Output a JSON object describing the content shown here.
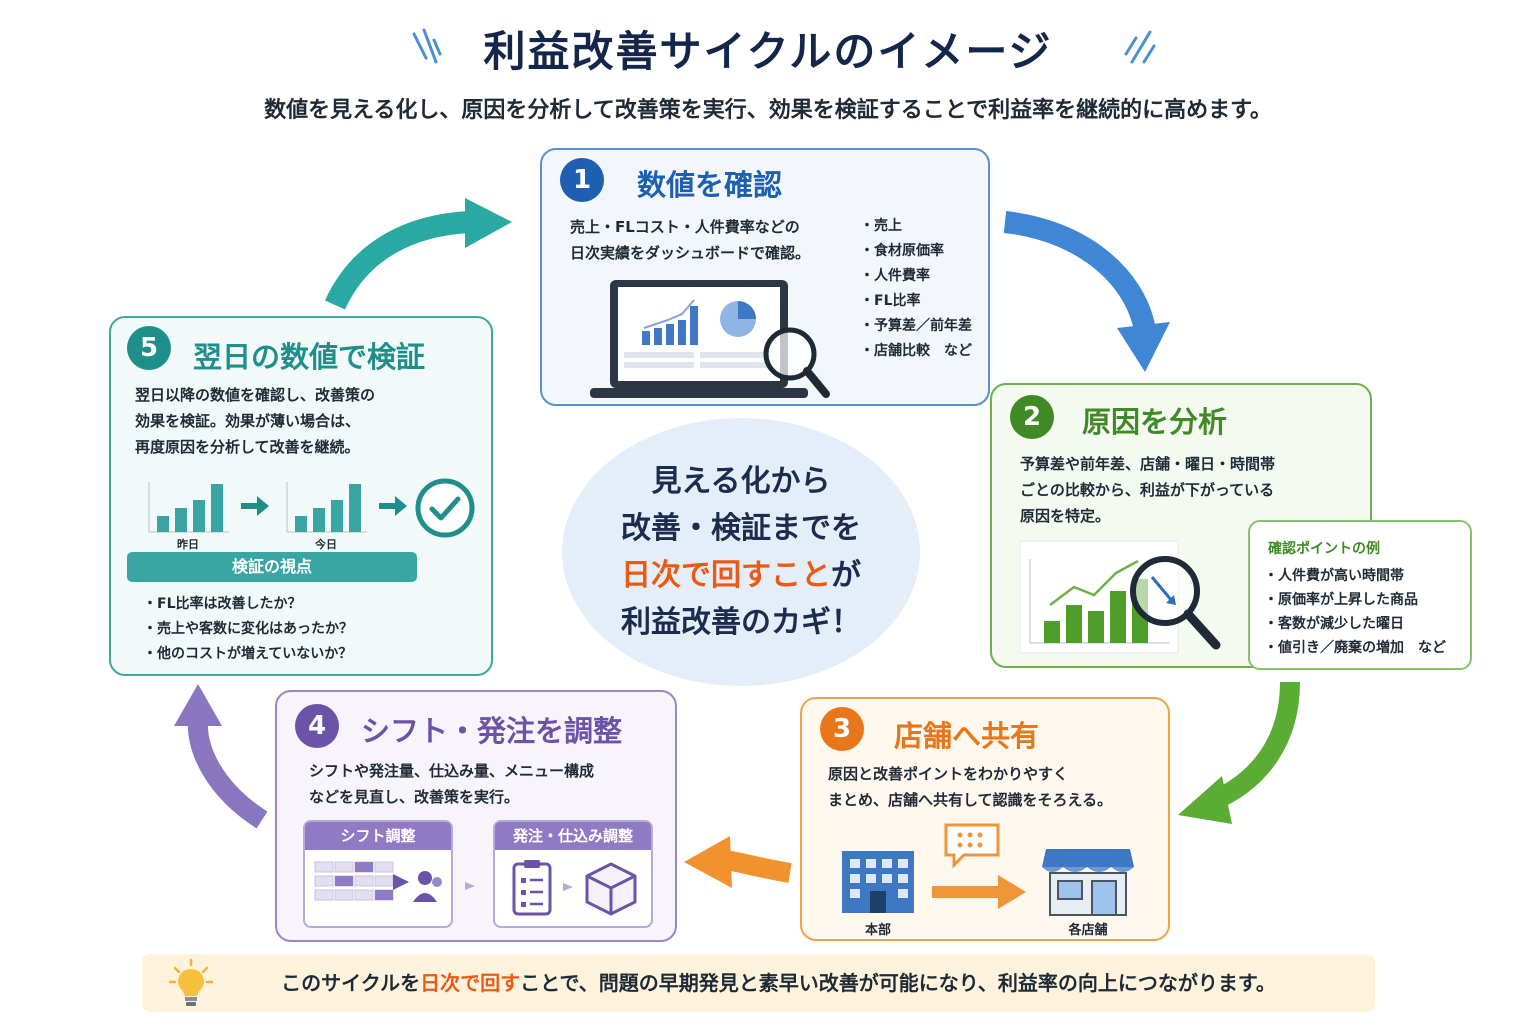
{
  "title": "利益改善サイクルのイメージ",
  "subtitle": "数値を見える化し、原因を分析して改善策を実行、効果を検証することで利益率を継続的に高めます。",
  "center": {
    "line1": "見える化から",
    "line2": "改善・検証までを",
    "line3_highlight": "日次で回すこと",
    "line3_rest": "が",
    "line4": "利益改善のカギ！"
  },
  "steps": {
    "s1": {
      "number": "1",
      "title": "数値を確認",
      "text1": "売上・FLコスト・人件費率などの",
      "text2": "日次実績をダッシュボードで確認。",
      "items": [
        "・売上",
        "・食材原価率",
        "・人件費率",
        "・FL比率",
        "・予算差／前年差",
        "・店舗比較　など"
      ]
    },
    "s2": {
      "number": "2",
      "title": "原因を分析",
      "text1": "予算差や前年差、店舗・曜日・時間帯",
      "text2": "ごとの比較から、利益が下がっている",
      "text3": "原因を特定。",
      "points_title": "確認ポイントの例",
      "points": [
        "・人件費が高い時間帯",
        "・原価率が上昇した商品",
        "・客数が減少した曜日",
        "・値引き／廃棄の増加　など"
      ]
    },
    "s3": {
      "number": "3",
      "title": "店舗へ共有",
      "text1": "原因と改善ポイントをわかりやすく",
      "text2": "まとめ、店舗へ共有して認識をそろえる。",
      "hq_label": "本部",
      "stores_label": "各店舗"
    },
    "s4": {
      "number": "4",
      "title": "シフト・発注を調整",
      "text1": "シフトや発注量、仕込み量、メニュー構成",
      "text2": "などを見直し、改善策を実行。",
      "panel1": "シフト調整",
      "panel2": "発注・仕込み調整"
    },
    "s5": {
      "number": "5",
      "title": "翌日の数値で検証",
      "text1": "翌日以降の数値を確認し、改善策の",
      "text2": "効果を検証。効果が薄い場合は、",
      "text3": "再度原因を分析して改善を継続。",
      "yesterday": "昨日",
      "today": "今日",
      "verify_title": "検証の視点",
      "checks": [
        "・FL比率は改善したか？",
        "・売上や客数に変化はあったか？",
        "・他のコストが増えていないか？"
      ]
    }
  },
  "footer": {
    "pre": "このサイクルを",
    "highlight": "日次で回す",
    "post": "ことで、問題の早期発見と素早い改善が可能になり、利益率の向上につながります。"
  },
  "colors": {
    "step1": "#1d5fb0",
    "step2": "#3f8a25",
    "step3": "#e8761a",
    "step4": "#6b54a8",
    "step5": "#1f8f8c",
    "highlight": "#ea5a14"
  },
  "icons": [
    "laptop-dashboard-icon",
    "magnifier-icon",
    "bar-chart-icon",
    "check-circle-icon",
    "office-building-icon",
    "store-icon",
    "chat-bubble-icon",
    "schedule-icon",
    "people-icon",
    "clipboard-icon",
    "box-icon",
    "lightbulb-icon"
  ]
}
